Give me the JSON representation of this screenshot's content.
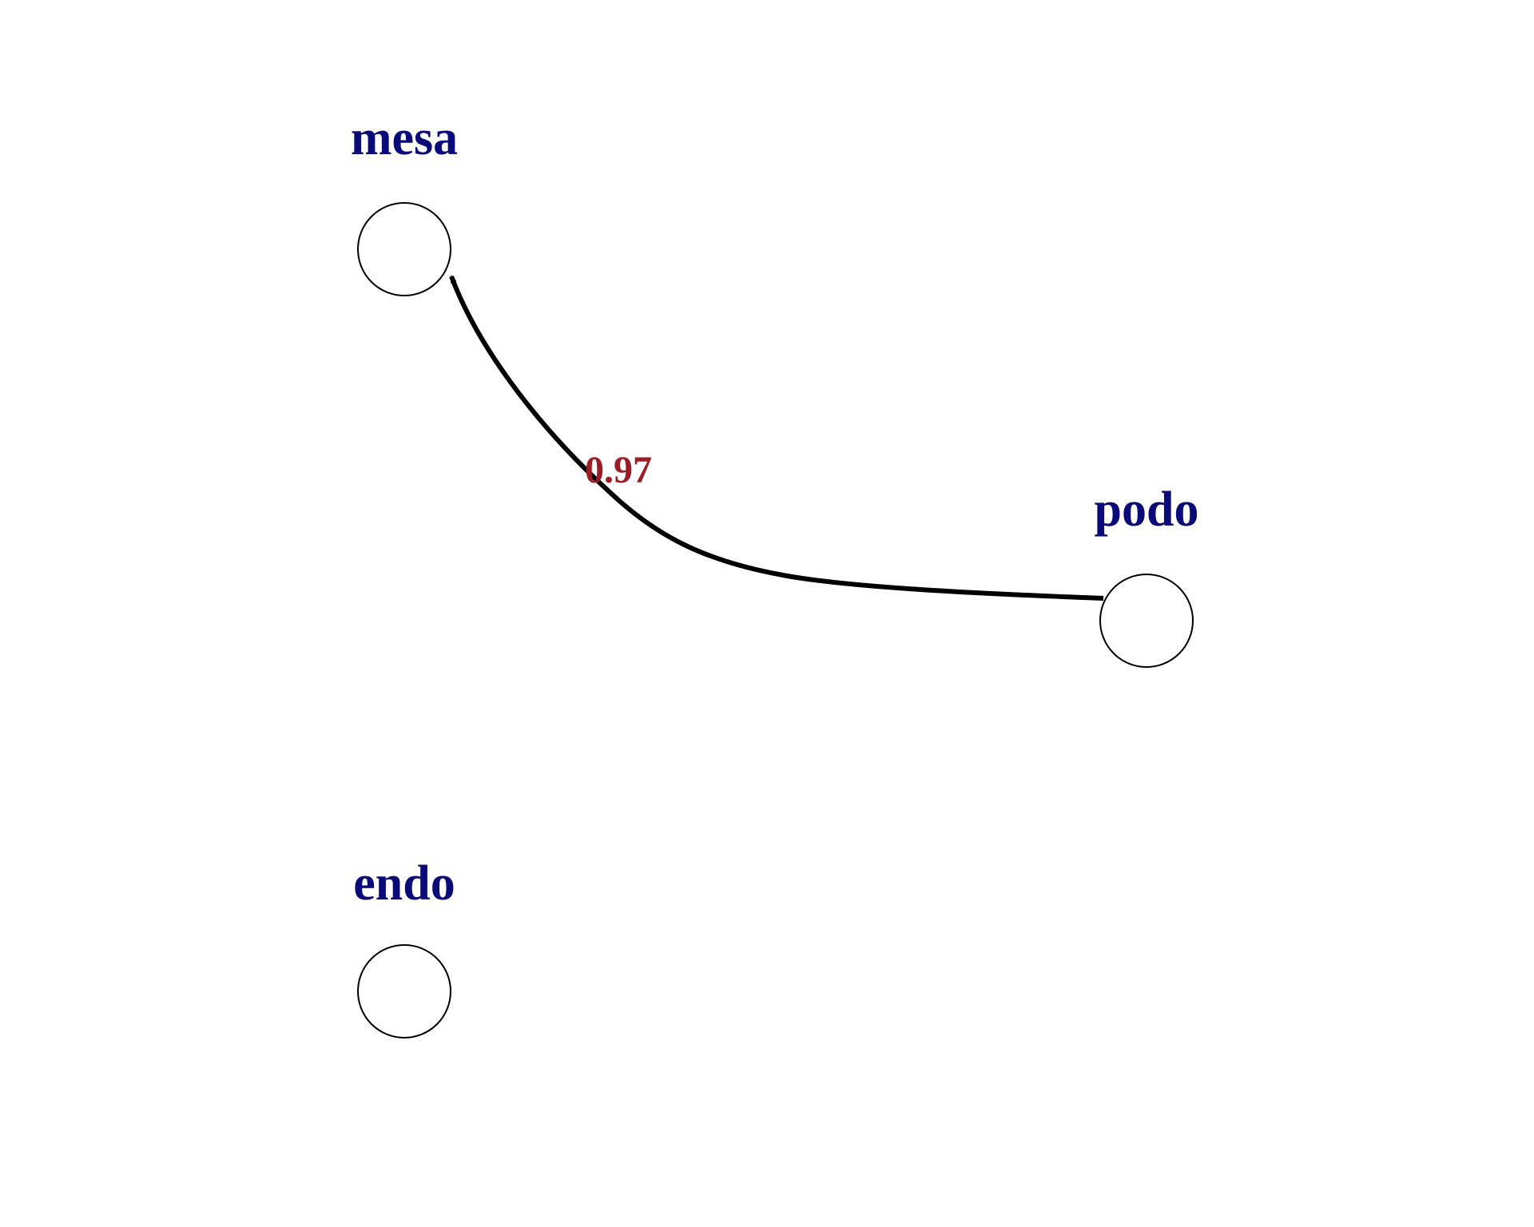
{
  "colors": {
    "node_label": "#0a0a78",
    "edge_label": "#9b1c24",
    "edge": "#000000",
    "node_stroke": "#000000",
    "background": "#ffffff"
  },
  "nodes": [
    {
      "id": "mesa",
      "label": "mesa"
    },
    {
      "id": "podo",
      "label": "podo"
    },
    {
      "id": "endo",
      "label": "endo"
    }
  ],
  "edges": [
    {
      "from": "podo",
      "to": "mesa",
      "label": "0.97",
      "directed": true
    }
  ]
}
